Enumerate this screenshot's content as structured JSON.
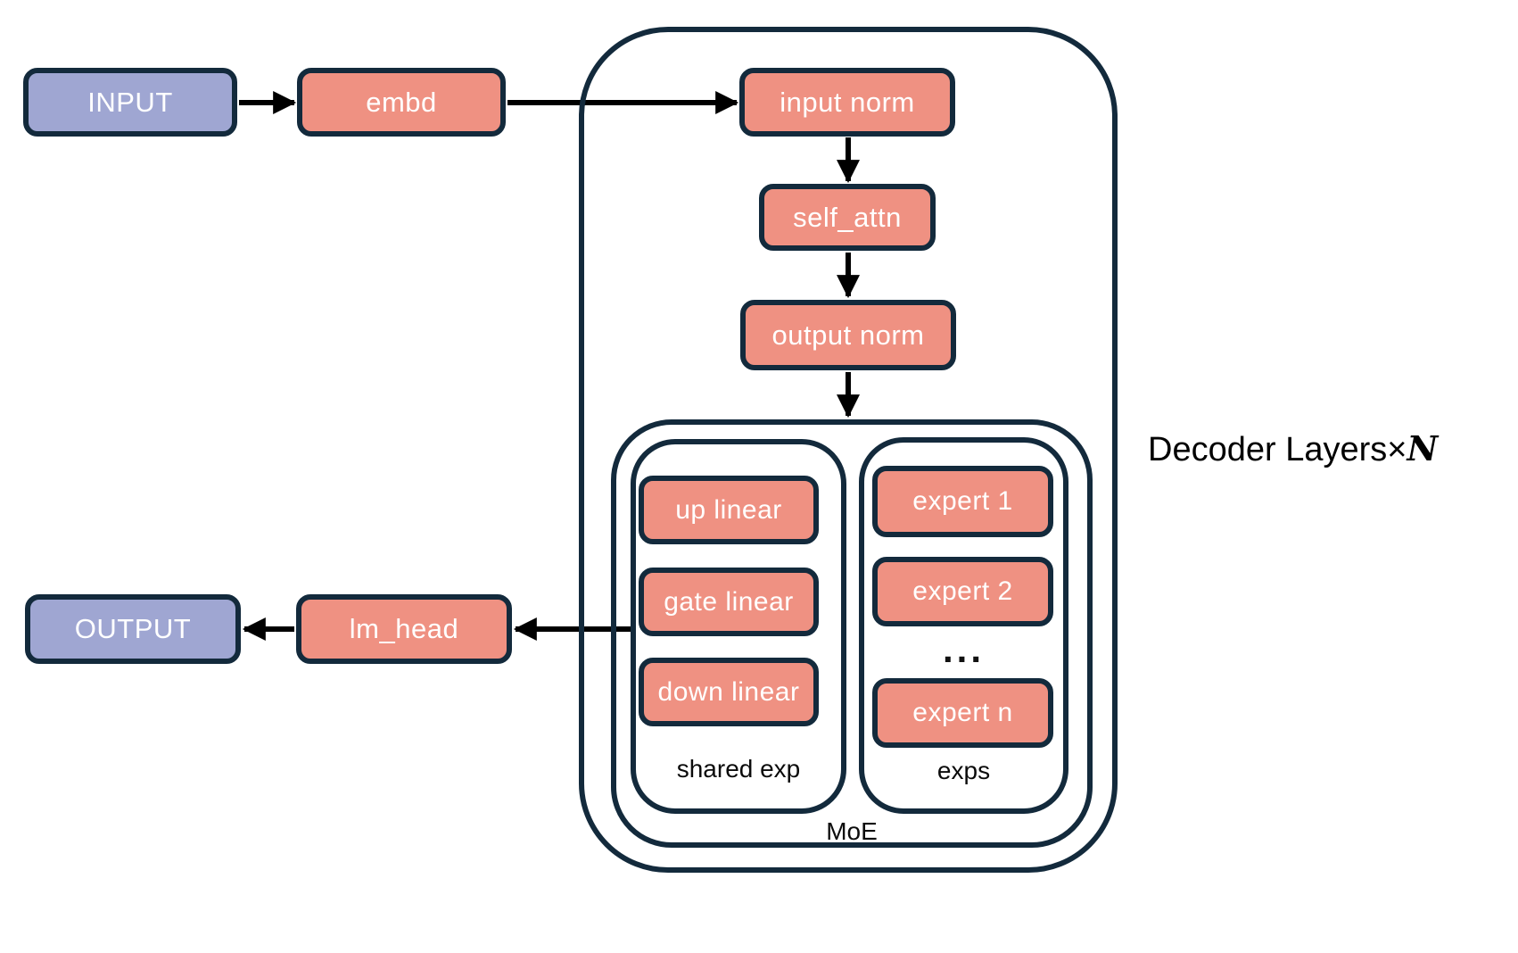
{
  "diagram": {
    "nodes": {
      "input": {
        "label": "INPUT"
      },
      "embd": {
        "label": "embd"
      },
      "input_norm": {
        "label": "input norm"
      },
      "self_attn": {
        "label": "self_attn"
      },
      "output_norm": {
        "label": "output norm"
      },
      "lm_head": {
        "label": "lm_head"
      },
      "output": {
        "label": "OUTPUT"
      }
    },
    "decoder": {
      "title_prefix": "Decoder Layers×",
      "title_n": "N"
    },
    "moe": {
      "label": "MoE",
      "shared": {
        "label": "shared exp",
        "up": "up linear",
        "gate": "gate linear",
        "down": "down linear"
      },
      "experts": {
        "label": "exps",
        "expert1": "expert 1",
        "expert2": "expert 2",
        "ellipsis": "...",
        "expertN": "expert n"
      }
    },
    "colors": {
      "node_salmon": "#EF9182",
      "node_purple": "#9FA6D2",
      "border_navy": "#132A3C",
      "arrow_black": "#000000"
    }
  }
}
